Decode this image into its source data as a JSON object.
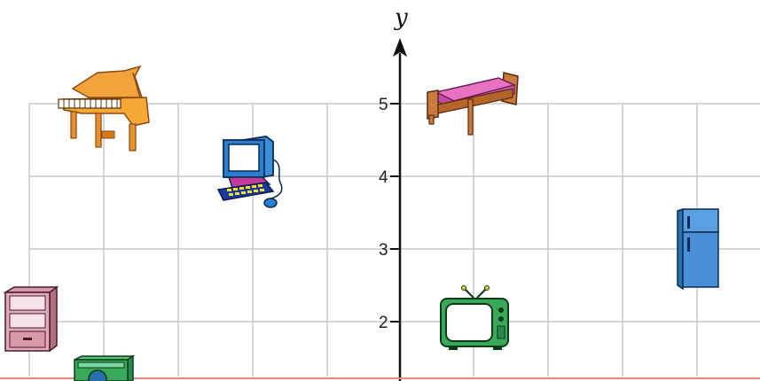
{
  "axis": {
    "y_label": "y",
    "y_ticks": [
      "5",
      "4",
      "3",
      "2"
    ]
  },
  "objects": {
    "piano": "piano-icon",
    "computer": "computer-icon",
    "bed": "bed-icon",
    "refrigerator": "refrigerator-icon",
    "television": "television-icon",
    "bookshelf": "bookshelf-icon",
    "washing_machine": "washing-machine-icon"
  },
  "colors": {
    "grid": "#c8c8c8",
    "axis": "#111111",
    "bottom_edge": "#e58a80"
  }
}
